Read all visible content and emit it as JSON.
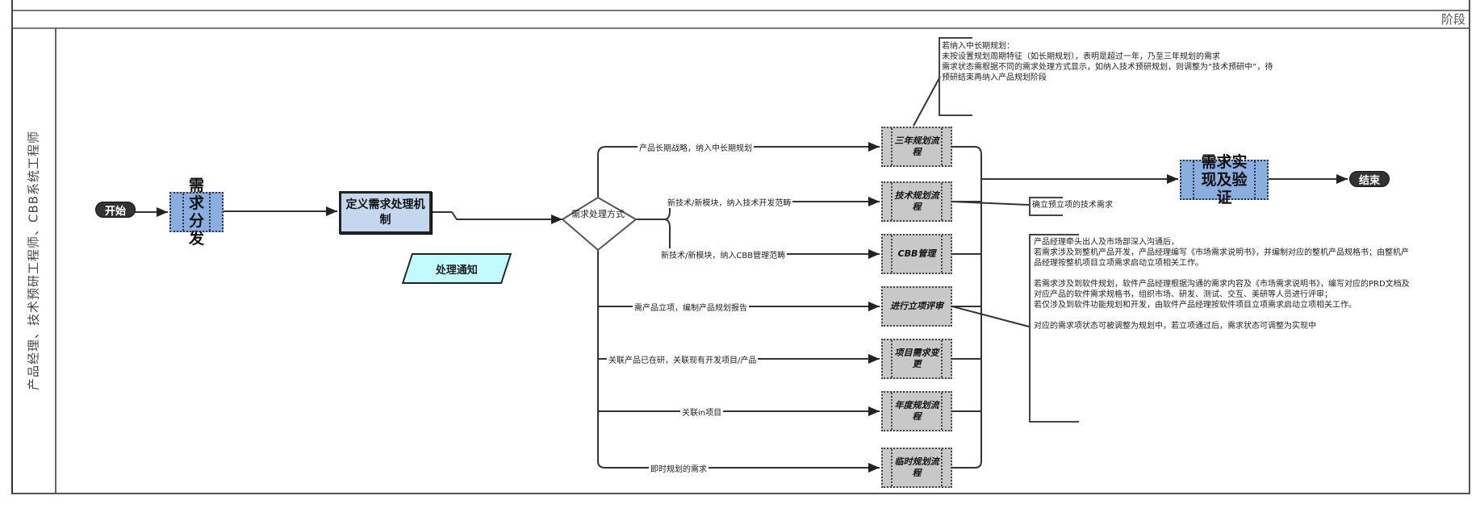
{
  "header": {
    "phase_label": "阶段"
  },
  "lane": {
    "title": "产品经理、技术预研工程师、CBB系统工程师"
  },
  "nodes": {
    "start": "开始",
    "dispatch": "需求分发",
    "define_mechanism": "定义需求处理机制",
    "notify": "处理通知",
    "decision": "需求处理方式",
    "gray_boxes": [
      "三年规划流程",
      "技术规划流程",
      "CBB管理",
      "进行立项评审",
      "项目需求变更",
      "年度规划流程",
      "临时规划流程"
    ],
    "realize": "需求实现及验证",
    "end": "结束"
  },
  "branches": [
    "产品长期战略，纳入中长期规划",
    "新技术/新模块，纳入技术开发范畴",
    "新技术/新模块，纳入CBB管理范畴",
    "需产品立项，编制产品规划报告",
    "关联产品已在研，关联现有开发项目/产品",
    "关联in项目",
    "即时规划的需求"
  ],
  "annotations": {
    "top_note": "若纳入中长期规划：\n未按设置规划周期特征（如长期规划），表明是超过一年，乃至三年规划的需求\n需求状态需根据不同的需求处理方式显示，如纳入技术预研规划，则调整为“技术预研中”，待预研结束再纳入产品规划阶段",
    "tech_note": "确立预立项的技术需求",
    "review_note": "产品经理牵头出人及市场部深入沟通后，\n若需求涉及到整机产品开发，产品经理编写《市场需求说明书》，并编制对应的整机产品规格书；由整机产品经理按整机项目立项需求启动立项相关工作。\n\n若需求涉及到软件规划，软件产品经理根据沟通的需求内容及《市场需求说明书》，编写对应的PRD文档及对应产品的软件需求规格书，组织市场、研发、测试、交互、美研等人员进行评审；\n若仅涉及到软件功能规划和开发，由软件产品经理按软件项目立项需求启动立项相关工作。\n\n对应的需求项状态可被调整为规划中，若立项通过后，需求状态可调整为实现中"
  },
  "colors": {
    "process_blue": "#8aaee0",
    "process_light": "#c5d7ef",
    "data_cyan": "#c2fbff",
    "gray_box": "#c8c8c8",
    "terminal": "#333333"
  }
}
